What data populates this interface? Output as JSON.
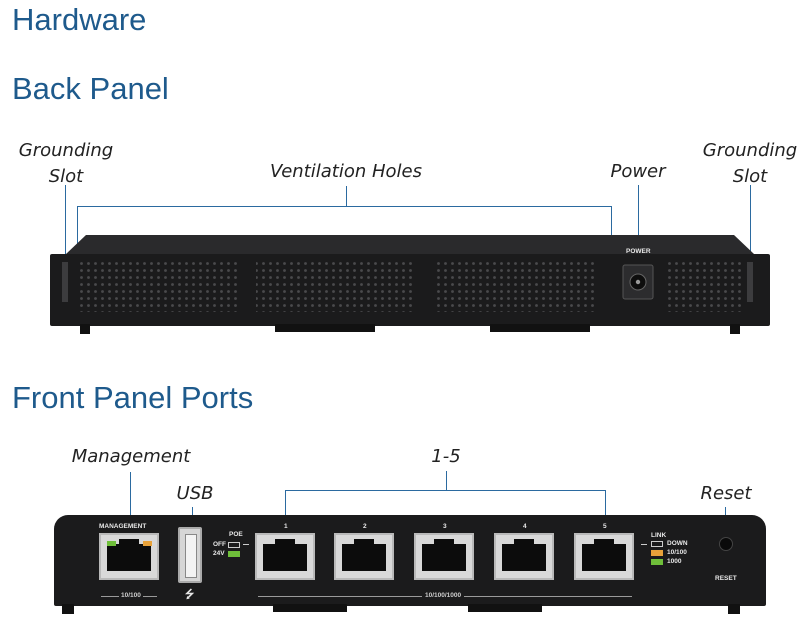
{
  "headings": {
    "hardware": "Hardware",
    "back_panel": "Back Panel",
    "front_panel": "Front Panel Ports"
  },
  "back_panel": {
    "callouts": {
      "grounding_left_line1": "Grounding",
      "grounding_left_line2": "Slot",
      "ventilation": "Ventilation Holes",
      "power": "Power",
      "grounding_right_line1": "Grounding",
      "grounding_right_line2": "Slot"
    },
    "device_labels": {
      "power": "POWER"
    }
  },
  "front_panel": {
    "callouts": {
      "management": "Management",
      "usb": "USB",
      "ports": "1-5",
      "reset": "Reset"
    },
    "device_labels": {
      "management": "MANAGEMENT",
      "speed_mgmt": "10/100",
      "poe": "POE",
      "poe_off": "OFF",
      "poe_24v": "24V",
      "port_numbers": [
        "1",
        "2",
        "3",
        "4",
        "5"
      ],
      "speed_ports": "10/100/1000",
      "link": "LINK",
      "link_down": "DOWN",
      "link_10_100": "10/100",
      "link_1000": "1000",
      "reset": "RESET",
      "usb_symbol": "⭍"
    },
    "colors": {
      "led_green": "#6fbf3a",
      "led_amber": "#e8a23a",
      "callout_line": "#2b6aa0"
    }
  }
}
